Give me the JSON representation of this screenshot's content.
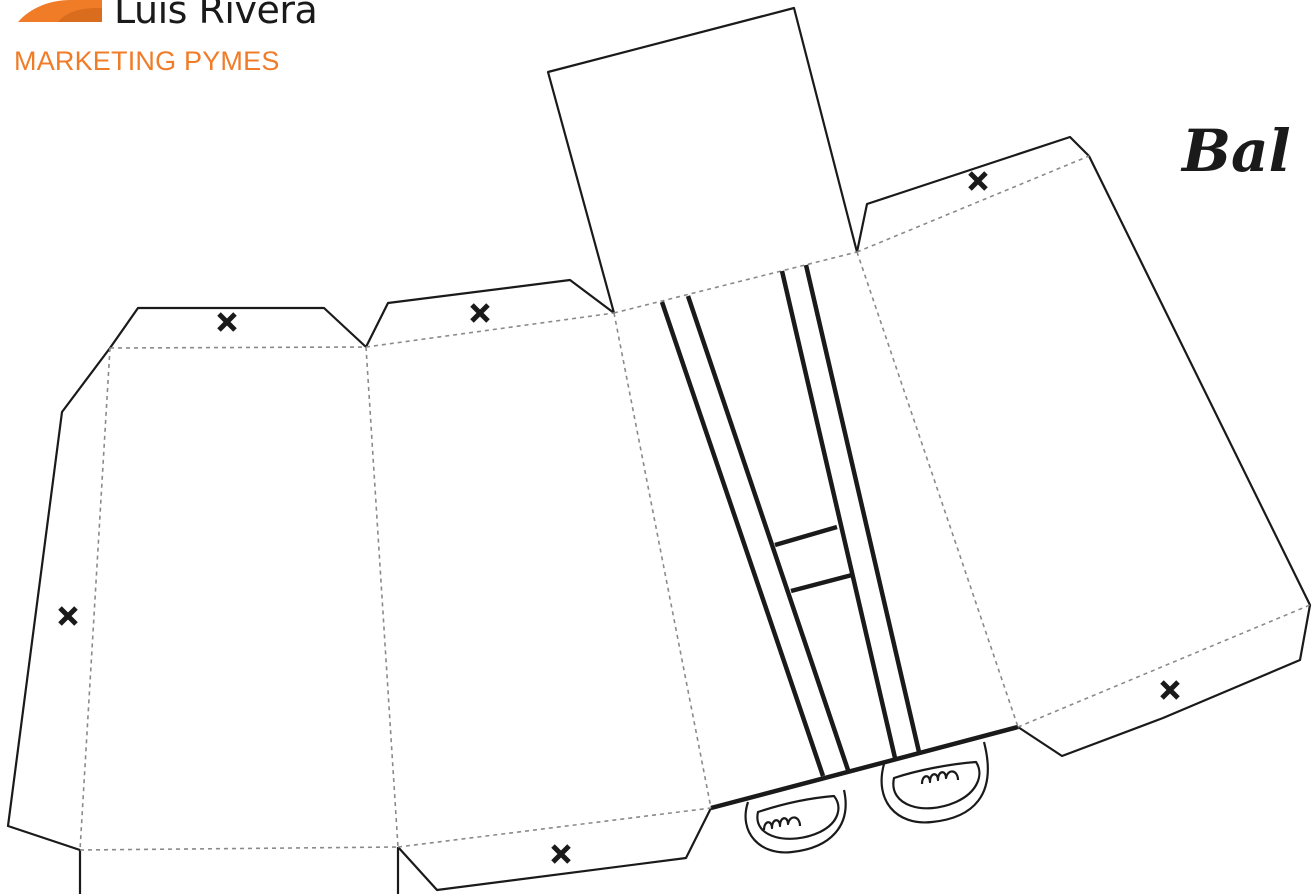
{
  "logo": {
    "name": "Luis Rivera",
    "tagline": "MARKETING PYMES",
    "accent_color": "#f07c28"
  },
  "title": "Bal",
  "icons": {
    "glue_mark": "x-mark-icon"
  }
}
